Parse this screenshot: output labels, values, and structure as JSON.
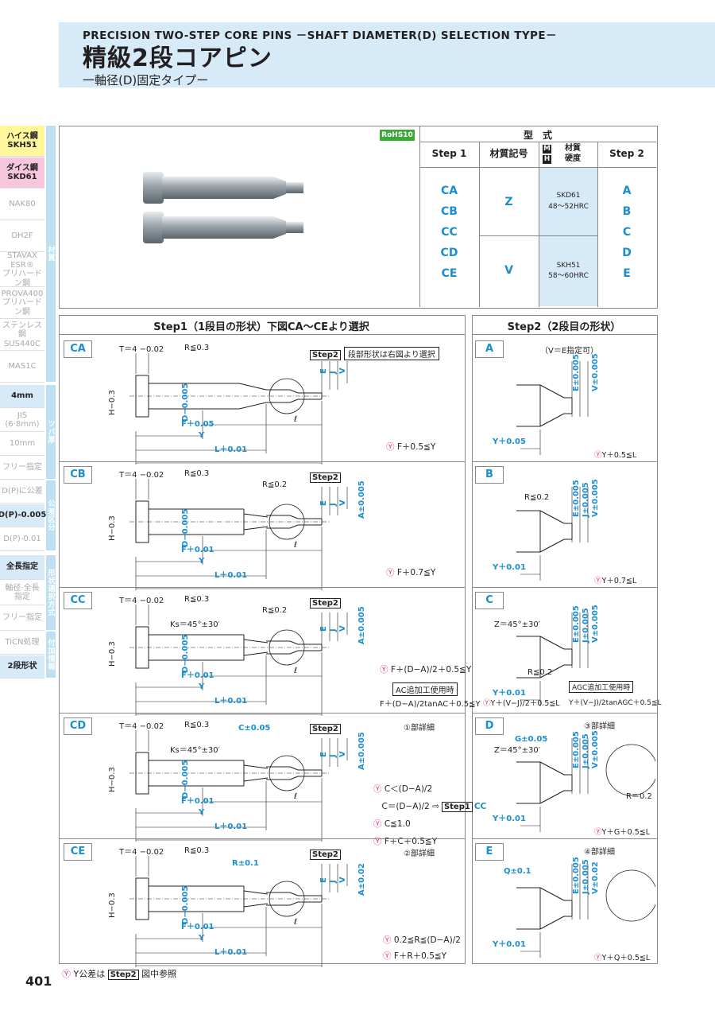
{
  "header": {
    "title_en": "PRECISION TWO-STEP CORE PINS －SHAFT DIAMETER(D) SELECTION TYPE－",
    "title_ja": "精級2段コアピン",
    "subtitle": "一軸径(D)固定タイプー"
  },
  "sidebar": {
    "materials": [
      {
        "label": "ハイス鋼\nSKH51",
        "state": "y"
      },
      {
        "label": "ダイス鋼\nSKD61",
        "state": "p"
      },
      {
        "label": "NAK80",
        "state": "n"
      },
      {
        "label": "DH2F",
        "state": "n"
      },
      {
        "label": "STAVAX\nESR®\nプリハードン鋼",
        "state": "n"
      },
      {
        "label": "PROVA400\nプリハードン鋼",
        "state": "n"
      },
      {
        "label": "ステンレス鋼\nSUS440C",
        "state": "n"
      },
      {
        "label": "MAS1C",
        "state": "n"
      }
    ],
    "material_tab": "材質",
    "flange": [
      {
        "label": "4mm",
        "state": "b"
      },
      {
        "label": "JIS\n(6·8mm)",
        "state": "n"
      },
      {
        "label": "10mm",
        "state": "n"
      },
      {
        "label": "フリー指定",
        "state": "n"
      }
    ],
    "flange_tab": "ツバ厚",
    "tolerance": [
      {
        "label": "D(P)に公差",
        "state": "n"
      },
      {
        "label": "D(P)-0.005",
        "state": "b"
      },
      {
        "label": "D(P)-0.01",
        "state": "n"
      }
    ],
    "tolerance_tab": "公差区分",
    "shape": [
      {
        "label": "全長指定",
        "state": "b"
      },
      {
        "label": "軸径·全長\n指定",
        "state": "n"
      },
      {
        "label": "フリー指定",
        "state": "n"
      }
    ],
    "shape_tab": "形状選択方式",
    "extra": [
      {
        "label": "TiCN処理",
        "state": "n"
      },
      {
        "label": "2段形状",
        "state": "b"
      }
    ],
    "extra_tab": "付加情報"
  },
  "rohs": "RoHS10",
  "spec_table": {
    "caption": "型　式",
    "headers": [
      "Step 1",
      "材質記号",
      "材質\n硬度",
      "Step 2"
    ],
    "header_mh": [
      "M",
      "H"
    ],
    "step1": [
      "CA",
      "CB",
      "CC",
      "CD",
      "CE"
    ],
    "rows": [
      {
        "code": "Z",
        "material": "SKD61",
        "hardness": "48～52HRC"
      },
      {
        "code": "V",
        "material": "SKH51",
        "hardness": "58～60HRC"
      }
    ],
    "step2": [
      "A",
      "B",
      "C",
      "D",
      "E"
    ]
  },
  "step1": {
    "title": "Step1（1段目の形状）下図CA～CEより選択",
    "rows": [
      {
        "id": "CA",
        "cond": "F＋0.5≦Y"
      },
      {
        "id": "CB",
        "cond": "F＋0.7≦Y"
      },
      {
        "id": "CC",
        "cond": "F＋(D−A)/2＋0.5≦Y",
        "ac_label": "AC追加工使用時",
        "ac_cond": "F＋(D−A)/2tanAC＋0.5≦Y"
      },
      {
        "id": "CD",
        "detail": "①部詳細",
        "cond1": "C＜(D−A)/2",
        "cond2": "C＝(D−A)/2 ⇨",
        "cond2_ref": "Step1",
        "cond2_cc": "CC",
        "cond3": "C≦1.0",
        "cond4": "F＋C＋0.5≦Y"
      },
      {
        "id": "CE",
        "detail": "②部詳細",
        "cond1": "0.2≦R≦(D−A)/2",
        "cond2": "F＋R＋0.5≦Y"
      }
    ],
    "labels": {
      "T": "T＝4 −0.02",
      "R03": "R≦0.3",
      "R02": "R≦0.2",
      "Rpm": "R±0.1",
      "H": "H−0.3",
      "D": "D−0.005",
      "F005": "F＋0.05",
      "F001": "F＋0.01",
      "Y": "Y",
      "L": "L＋0.01",
      "l": "ℓ",
      "E": "E",
      "J": "J",
      "V": "V",
      "A": "A±0.005",
      "A002": "A±0.02",
      "Ks": "Ks＝45°±30′",
      "C005": "C±0.05",
      "step2": "Step2",
      "select": "段部形状は右図より選択"
    }
  },
  "step2": {
    "title": "Step2（2段目の形状）",
    "rows": [
      {
        "id": "A",
        "note": "（V＝E指定可）",
        "cond": "Y＋0.5≦L"
      },
      {
        "id": "B",
        "cond": "Y＋0.7≦L"
      },
      {
        "id": "C",
        "cond": "Y＋(V−J)/2＋0.5≦L",
        "agc_label": "AGC追加工使用時",
        "agc_cond": "Y＋(V−J)/2tanAGC＋0.5≦L"
      },
      {
        "id": "D",
        "detail": "③部詳細",
        "cond": "Y＋G＋0.5≦L"
      },
      {
        "id": "E",
        "detail": "④部詳細",
        "cond": "Y＋Q＋0.5≦L"
      }
    ],
    "labels": {
      "Z": "Z＝45°±30′",
      "G": "G±0.05",
      "Q": "Q±0.1",
      "R02": "R≦0.2",
      "R02b": "R＝0.2",
      "E": "E±0.005",
      "J": "J±0.005",
      "V": "V±0.005",
      "V002": "V±0.02",
      "Y005": "Y＋0.05",
      "Y001": "Y＋0.01"
    }
  },
  "footer": {
    "note": "Y公差は",
    "note_ref": "Step2",
    "note_tail": "図中参照",
    "page": "401"
  }
}
